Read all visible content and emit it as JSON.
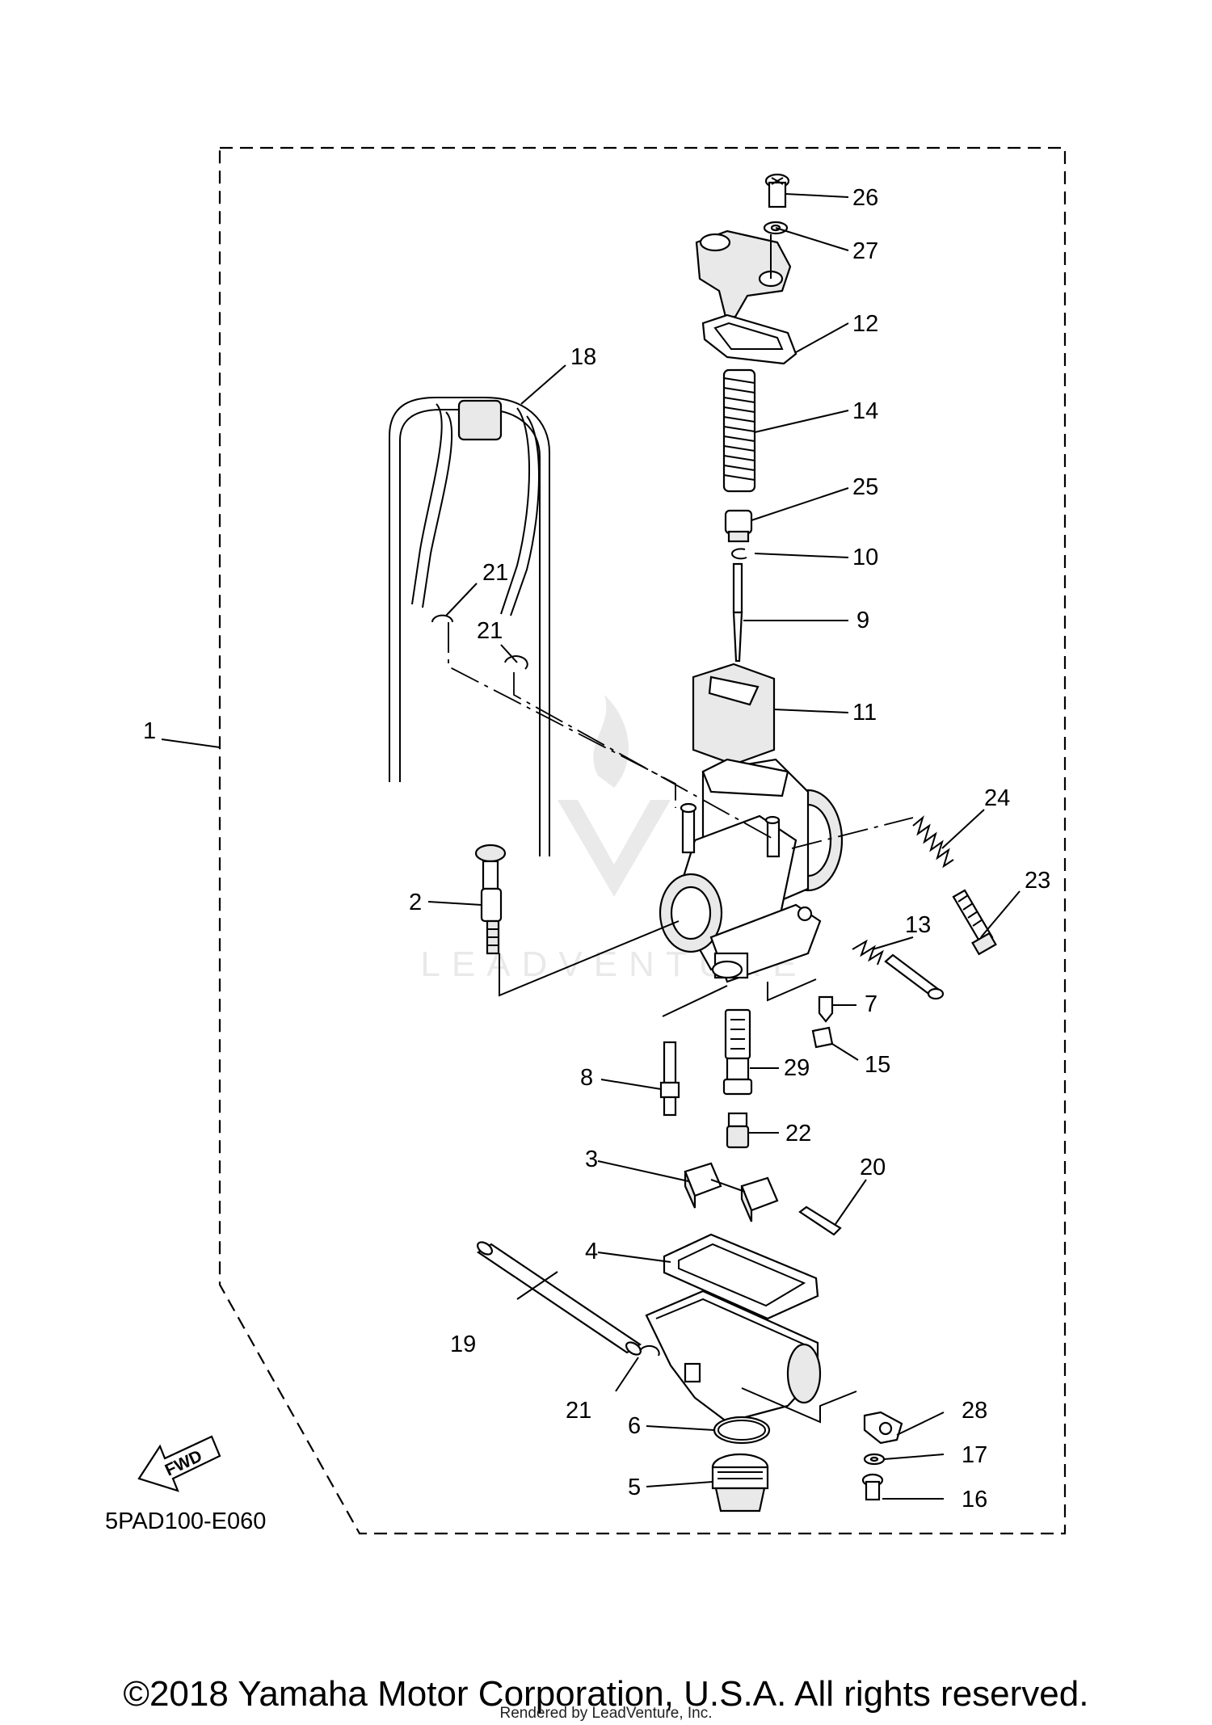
{
  "diagram": {
    "diagram_code": "5PAD100-E060",
    "fwd_label": "FWD",
    "callouts": {
      "c1": "1",
      "c2": "2",
      "c3": "3",
      "c4": "4",
      "c5": "5",
      "c6": "6",
      "c7": "7",
      "c8": "8",
      "c9": "9",
      "c10": "10",
      "c11": "11",
      "c12": "12",
      "c13": "13",
      "c14": "14",
      "c15": "15",
      "c16": "16",
      "c17": "17",
      "c18": "18",
      "c19": "19",
      "c20": "20",
      "c21a": "21",
      "c21b": "21",
      "c21c": "21",
      "c22": "22",
      "c23": "23",
      "c24": "24",
      "c25": "25",
      "c26": "26",
      "c27": "27",
      "c28": "28",
      "c29": "29"
    }
  },
  "footer": {
    "copyright": "©2018 Yamaha Motor Corporation, U.S.A. All rights reserved.",
    "rendered_by": "Rendered by LeadVenture, Inc."
  }
}
